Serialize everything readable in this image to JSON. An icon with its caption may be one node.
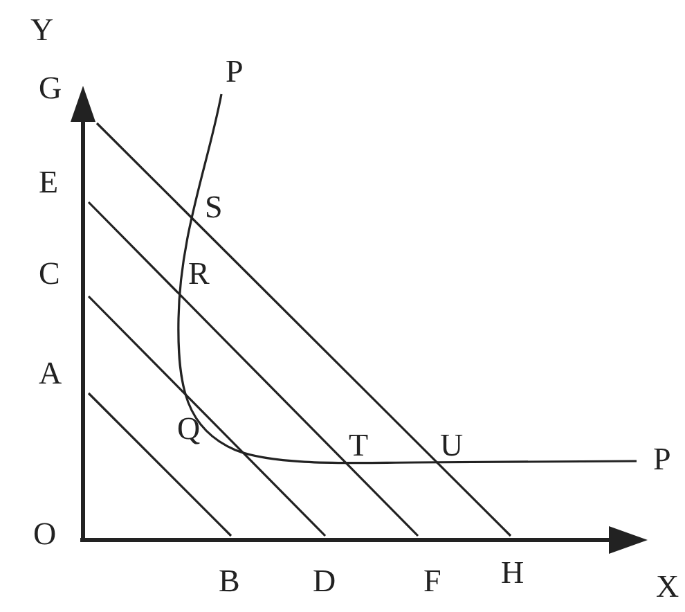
{
  "diagram": {
    "labels": [
      "Y",
      "P",
      "G",
      "S",
      "E",
      "C",
      "R",
      "A",
      "Q",
      "T",
      "U",
      "P",
      "O",
      "B",
      "D",
      "F",
      "H",
      "X"
    ]
  }
}
